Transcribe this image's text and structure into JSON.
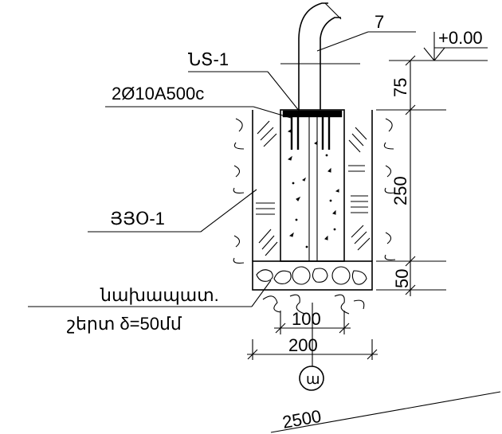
{
  "labels": {
    "pipe_callout": "7",
    "elevation": "+0.00",
    "cap_mark": "ՆՏ-1",
    "rebar": "2Ø10A500c",
    "post_mark": "ՅՅՕ-1",
    "prep_layer_line1": "նախապատ.",
    "prep_layer_line2": "շերտ δ=50մմ",
    "axis_marker": "ա"
  },
  "dimensions": {
    "top_projection": "75",
    "post_height": "250",
    "bed_height": "50",
    "inner_width": "100",
    "outer_width": "200",
    "span": "2500"
  }
}
